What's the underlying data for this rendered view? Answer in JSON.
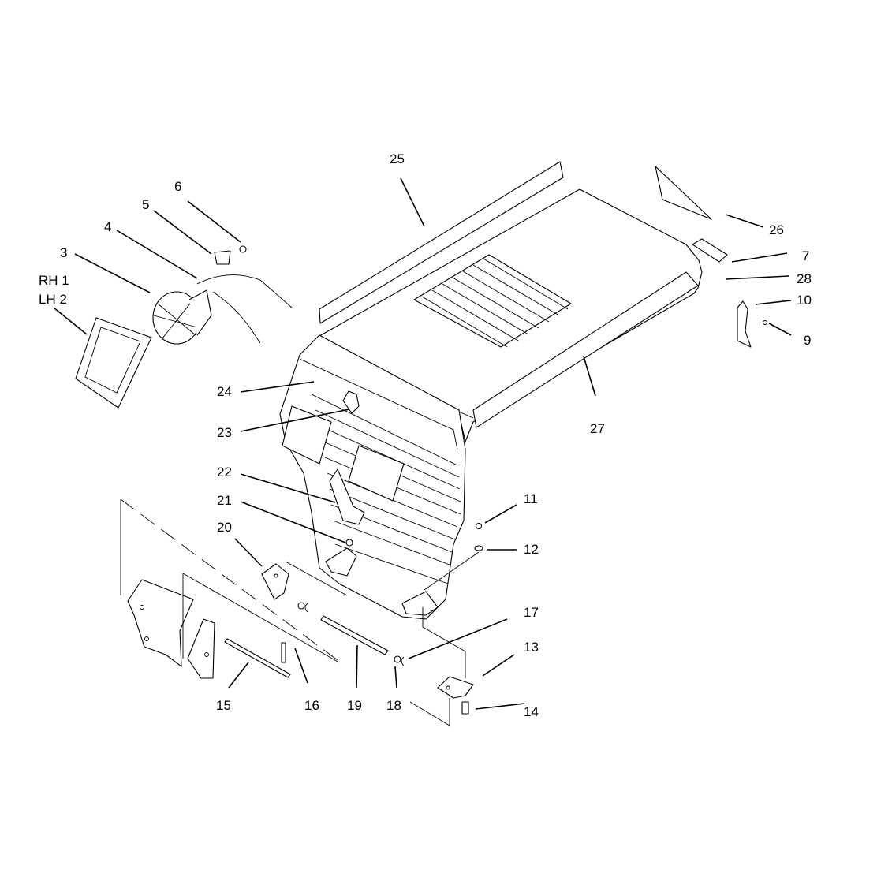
{
  "diagram": {
    "colors": {
      "line": "#000000",
      "background": "#ffffff"
    },
    "labels": {
      "rh1": "RH 1",
      "lh2": "LH 2",
      "p3": "3",
      "p4": "4",
      "p5": "5",
      "p6": "6",
      "p7": "7",
      "p9": "9",
      "p10": "10",
      "p11": "11",
      "p12": "12",
      "p13": "13",
      "p14": "14",
      "p15": "15",
      "p16": "16",
      "p17": "17",
      "p18": "18",
      "p19": "19",
      "p20": "20",
      "p21": "21",
      "p22": "22",
      "p23": "23",
      "p24": "24",
      "p25": "25",
      "p26": "26",
      "p27": "27",
      "p28": "28"
    }
  }
}
